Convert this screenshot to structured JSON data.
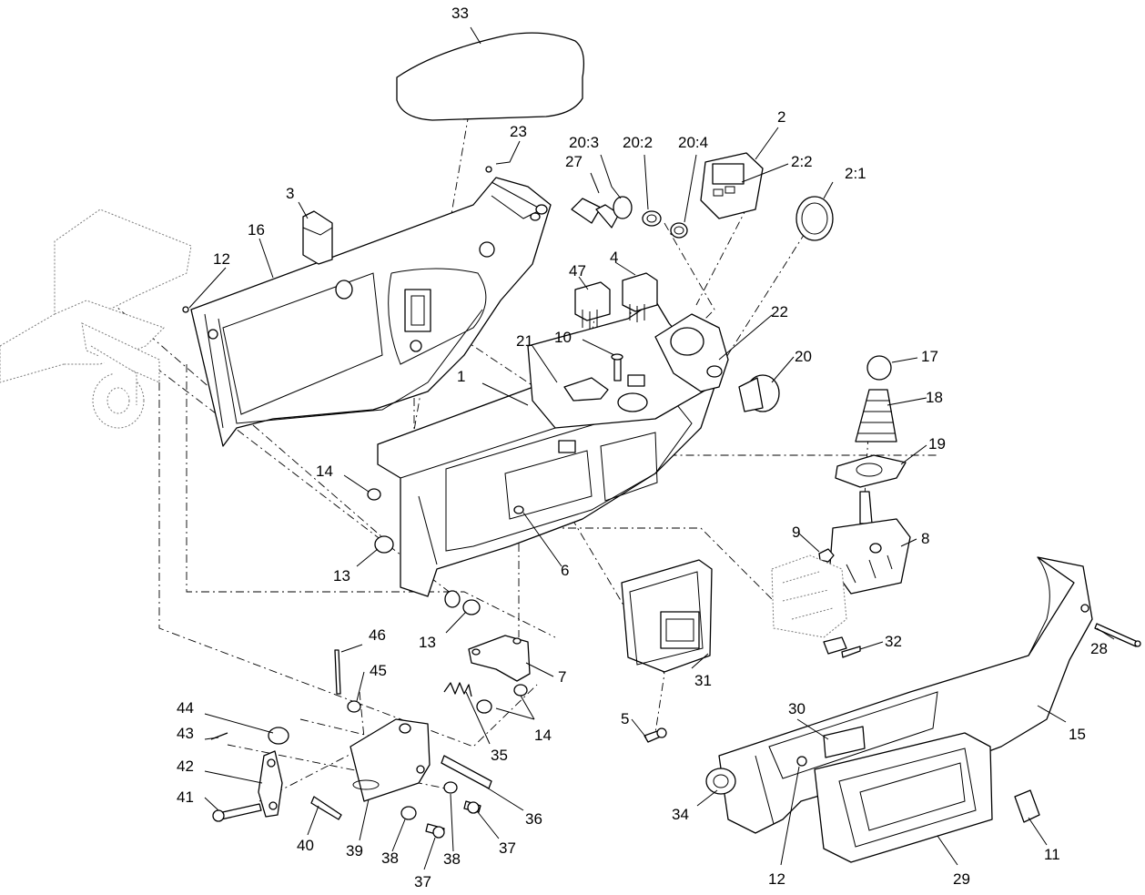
{
  "callouts": {
    "c1": "1",
    "c2": "2",
    "c2_1": "2:1",
    "c2_2": "2:2",
    "c3": "3",
    "c4": "4",
    "c5": "5",
    "c6": "6",
    "c7": "7",
    "c8": "8",
    "c9": "9",
    "c10": "10",
    "c11": "11",
    "c12a": "12",
    "c12b": "12",
    "c13a": "13",
    "c13b": "13",
    "c14a": "14",
    "c14b": "14",
    "c15": "15",
    "c16": "16",
    "c17": "17",
    "c18": "18",
    "c19": "19",
    "c20": "20",
    "c20_2": "20:2",
    "c20_3": "20:3",
    "c20_4": "20:4",
    "c21": "21",
    "c22": "22",
    "c23": "23",
    "c27": "27",
    "c28": "28",
    "c29": "29",
    "c30": "30",
    "c31": "31",
    "c32": "32",
    "c33": "33",
    "c34": "34",
    "c35": "35",
    "c36": "36",
    "c37a": "37",
    "c37b": "37",
    "c38a": "38",
    "c38b": "38",
    "c39": "39",
    "c40": "40",
    "c41": "41",
    "c42": "42",
    "c43": "43",
    "c44": "44",
    "c45": "45",
    "c46": "46",
    "c47": "47"
  }
}
